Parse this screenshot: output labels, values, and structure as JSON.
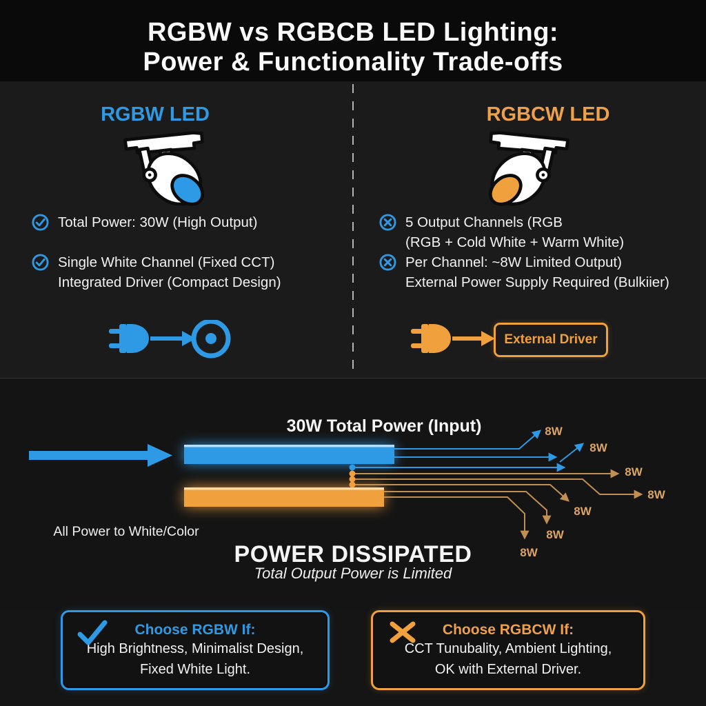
{
  "header": {
    "title_line1": "RGBW vs RGBCB LED Lighting:",
    "title_line2": "Power & Functionality Trade-offs"
  },
  "columns": {
    "left": {
      "header": "RGBW LED",
      "bullets": [
        {
          "icon": "check-circle-icon",
          "lines": [
            "Total Power: 30W (High Output)"
          ]
        },
        {
          "icon": "check-circle-icon",
          "lines": [
            "Single White Channel (Fixed CCT)",
            "Integrated Driver (Compact Design)"
          ]
        }
      ]
    },
    "right": {
      "header": "RGBCW LED",
      "bullets": [
        {
          "icon": "x-circle-icon",
          "lines": [
            "5 Output Channels (RGB",
            "(RGB + Cold White + Warm White)"
          ]
        },
        {
          "icon": "x-circle-icon",
          "lines": [
            "Per Channel: ~8W Limited Output)",
            "External Power Supply Required (Bulkiier)"
          ]
        }
      ],
      "external_driver_label": "External Driver"
    }
  },
  "flow": {
    "input_title": "30W Total Power (Input)",
    "left_bar_caption": "All Power to White/Color",
    "dissipated_title": "POWER DISSIPATED",
    "dissipated_subtitle": "Total Output Power is Limited",
    "channel_labels": [
      "8W",
      "8W",
      "8W",
      "8W",
      "8W",
      "8W",
      "8W"
    ],
    "input_power_watts": 30,
    "per_channel_watts": 8
  },
  "footer": {
    "left": {
      "title": "Choose RGBW If:",
      "body_line1": "High Brightness, Minimalist Design,",
      "body_line2": "Fixed White Light."
    },
    "right": {
      "title": "Choose RGBCW If:",
      "body_line1": "CCT Tunubality, Ambient Lighting,",
      "body_line2": "OK with External Driver."
    }
  },
  "colors": {
    "blue_accent": "#2E9AE6",
    "orange_accent": "#F0A03C",
    "orange_line": "#C18F52",
    "orange_label": "#DBA467",
    "text_white": "#F2F2F2",
    "background": "#151515"
  },
  "icons": {
    "check-circle-icon": "circled checkmark (blue)",
    "x-circle-icon": "circled x (blue)",
    "spotlight-icon": "track spotlight lamp",
    "plug-icon": "power plug",
    "integrated-driver-icon": "circle with center dot",
    "check-icon": "checkmark",
    "x-icon": "cross"
  }
}
